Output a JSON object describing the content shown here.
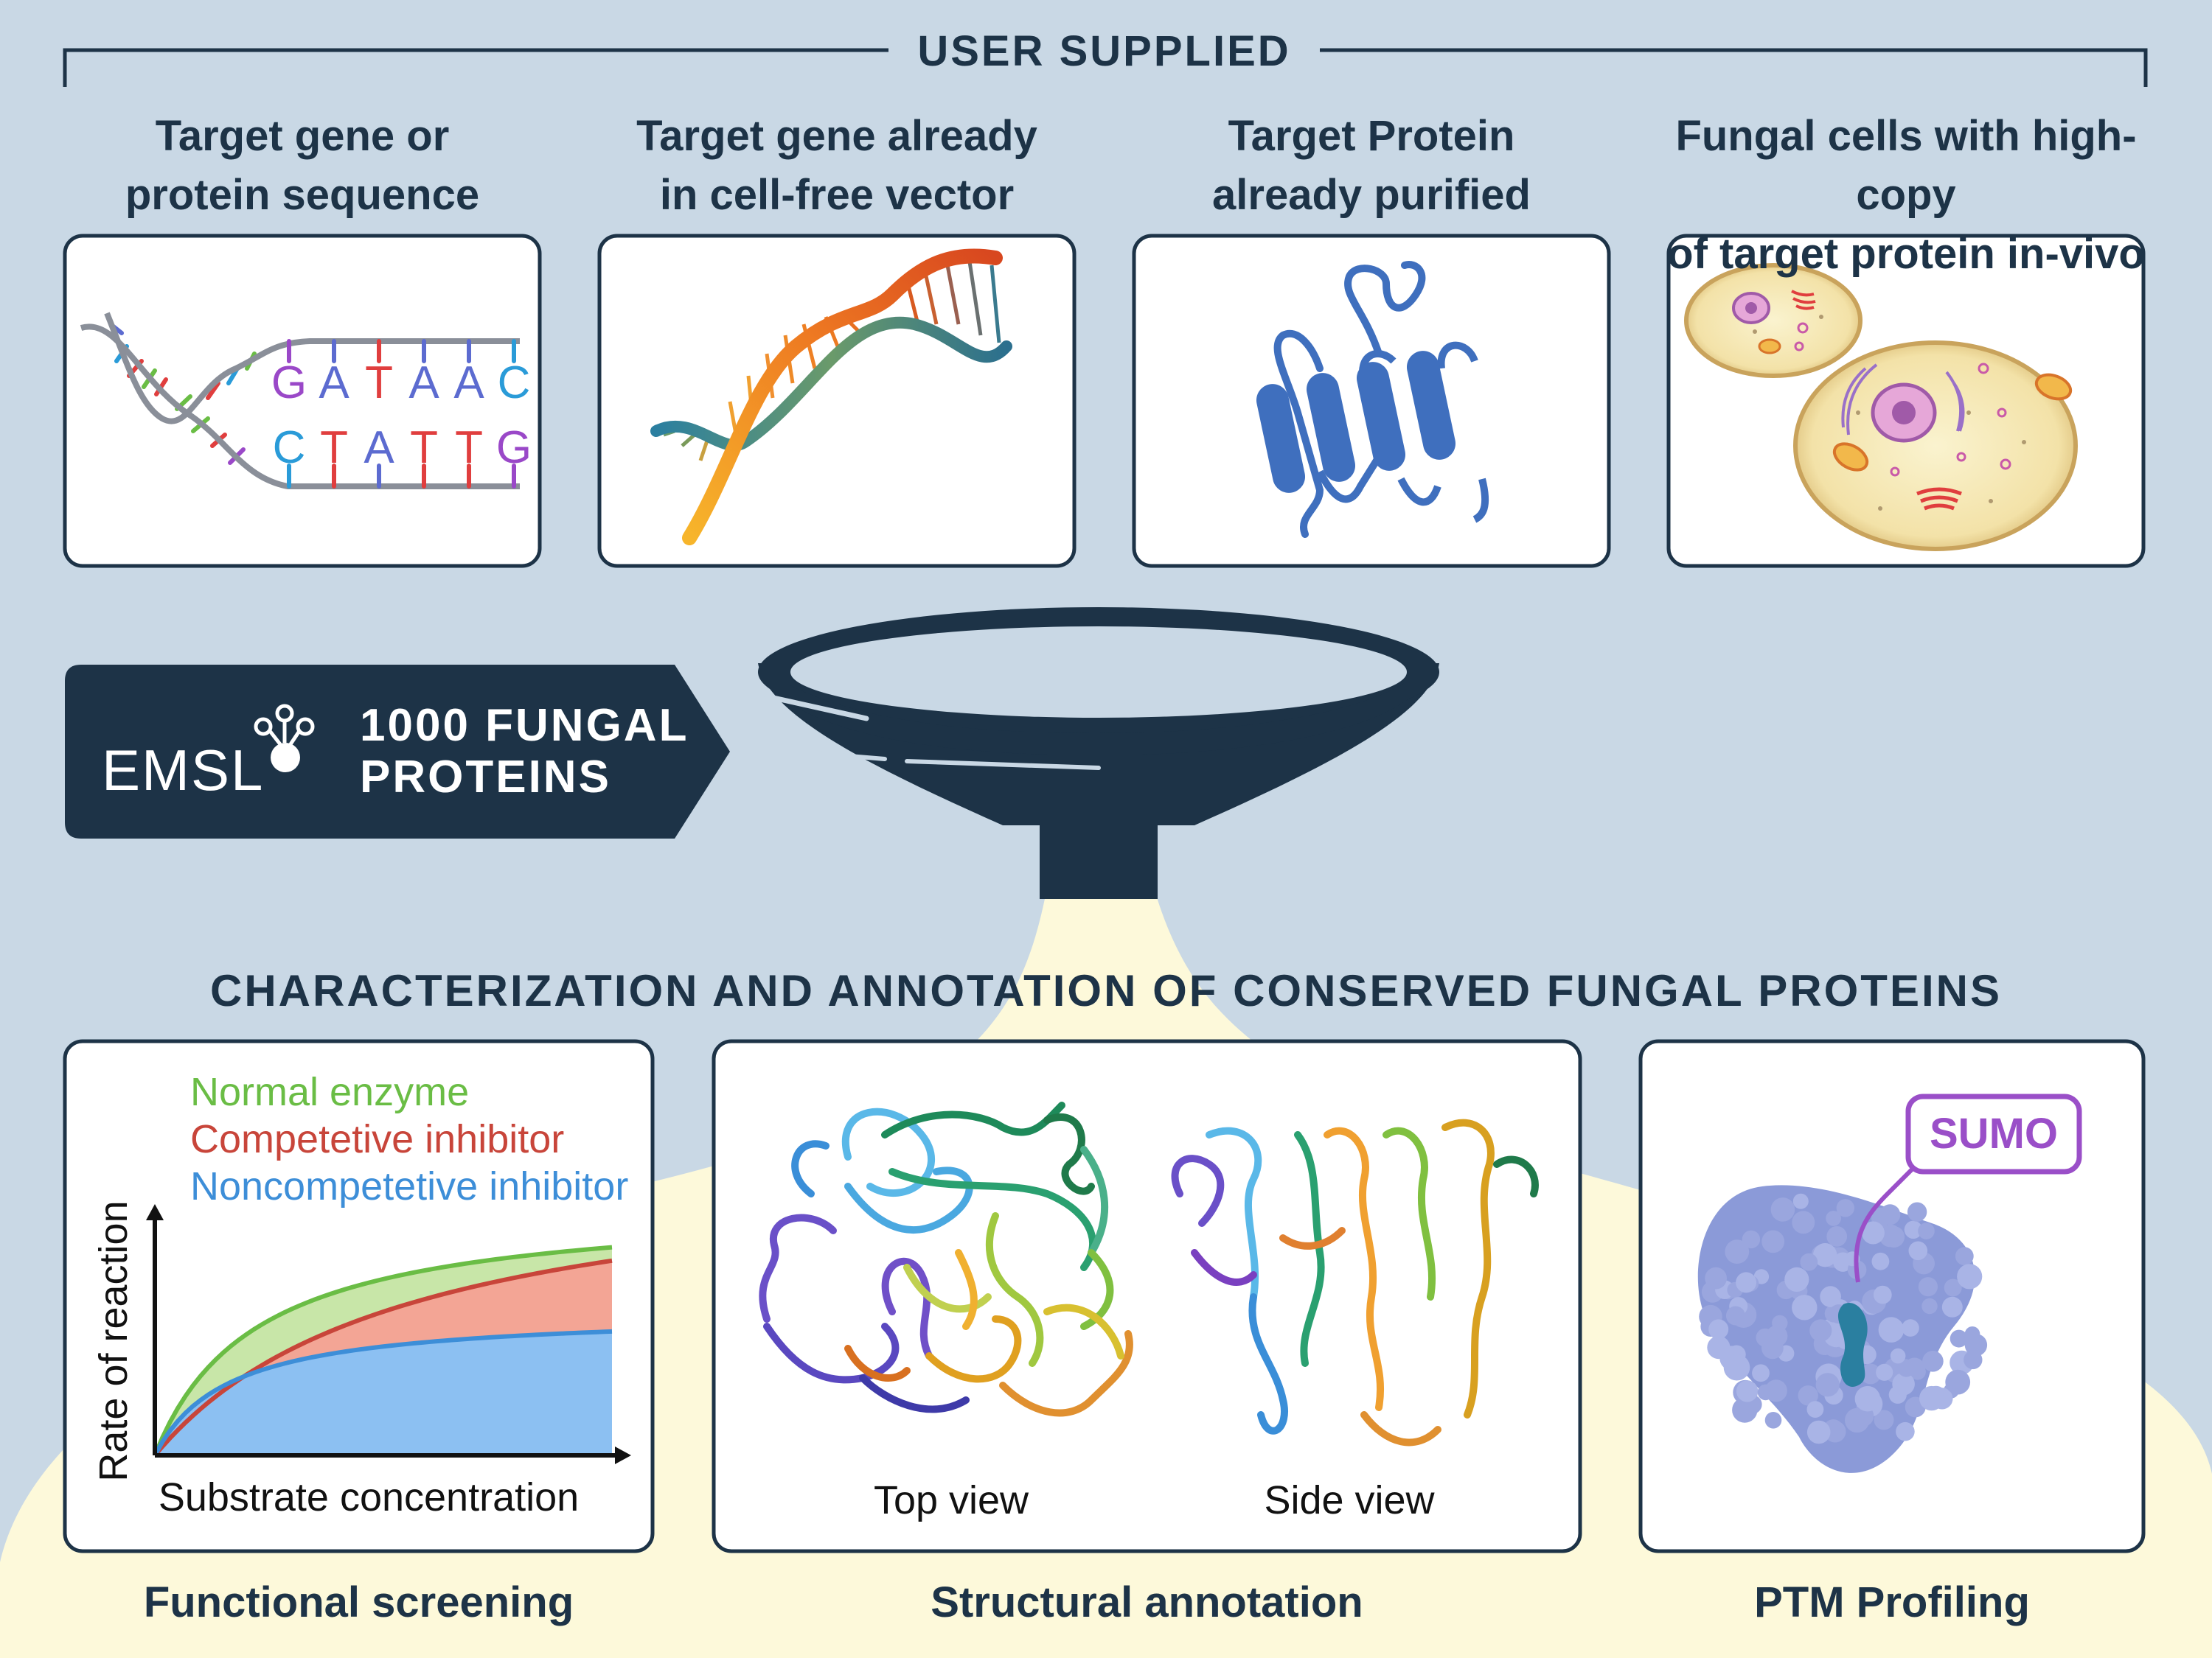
{
  "header": {
    "title": "USER SUPPLIED"
  },
  "inputs": [
    {
      "title_line1": "Target gene or",
      "title_line2": "protein sequence",
      "icon": "dna-sequence-icon",
      "sequence_top": [
        "G",
        "A",
        "T",
        "A",
        "A",
        "C"
      ],
      "sequence_bottom": [
        "C",
        "T",
        "A",
        "T",
        "T",
        "G"
      ]
    },
    {
      "title_line1": "Target gene already",
      "title_line2": "in cell-free vector",
      "icon": "dna-helix-icon"
    },
    {
      "title_line1": "Target Protein",
      "title_line2": "already purified",
      "icon": "protein-fold-icon"
    },
    {
      "title_line1": "Fungal cells with high-copy",
      "title_line2": "of target protein in-vivo",
      "icon": "fungal-cell-icon"
    }
  ],
  "banner": {
    "logo_text": "EMSL",
    "line1": "1000 FUNGAL",
    "line2": "PROTEINS"
  },
  "section_title": "CHARACTERIZATION AND ANNOTATION OF CONSERVED FUNGAL PROTEINS",
  "outputs": [
    {
      "caption": "Functional screening"
    },
    {
      "caption": "Structural annotation",
      "view1": "Top view",
      "view2": "Side view"
    },
    {
      "caption": "PTM Profiling",
      "tag": "SUMO"
    }
  ],
  "chart_data": {
    "type": "area",
    "xlabel": "Substrate concentration",
    "ylabel": "Rate of reaction",
    "series": [
      {
        "name": "Normal enzyme",
        "color": "#6abd45"
      },
      {
        "name": "Competetive inhibitor",
        "color": "#c8453a"
      },
      {
        "name": "Noncompetetive inhibitor",
        "color": "#3d8ed8"
      }
    ]
  },
  "colors": {
    "background": "#c9d8e5",
    "dark": "#1d3347",
    "glow": "#fdf9da",
    "sequence": {
      "G": "#9a48c8",
      "A": "#5c6bd0",
      "T": "#e03e3e",
      "C": "#2a9bd8"
    },
    "sumo": "#9a4fc8"
  }
}
